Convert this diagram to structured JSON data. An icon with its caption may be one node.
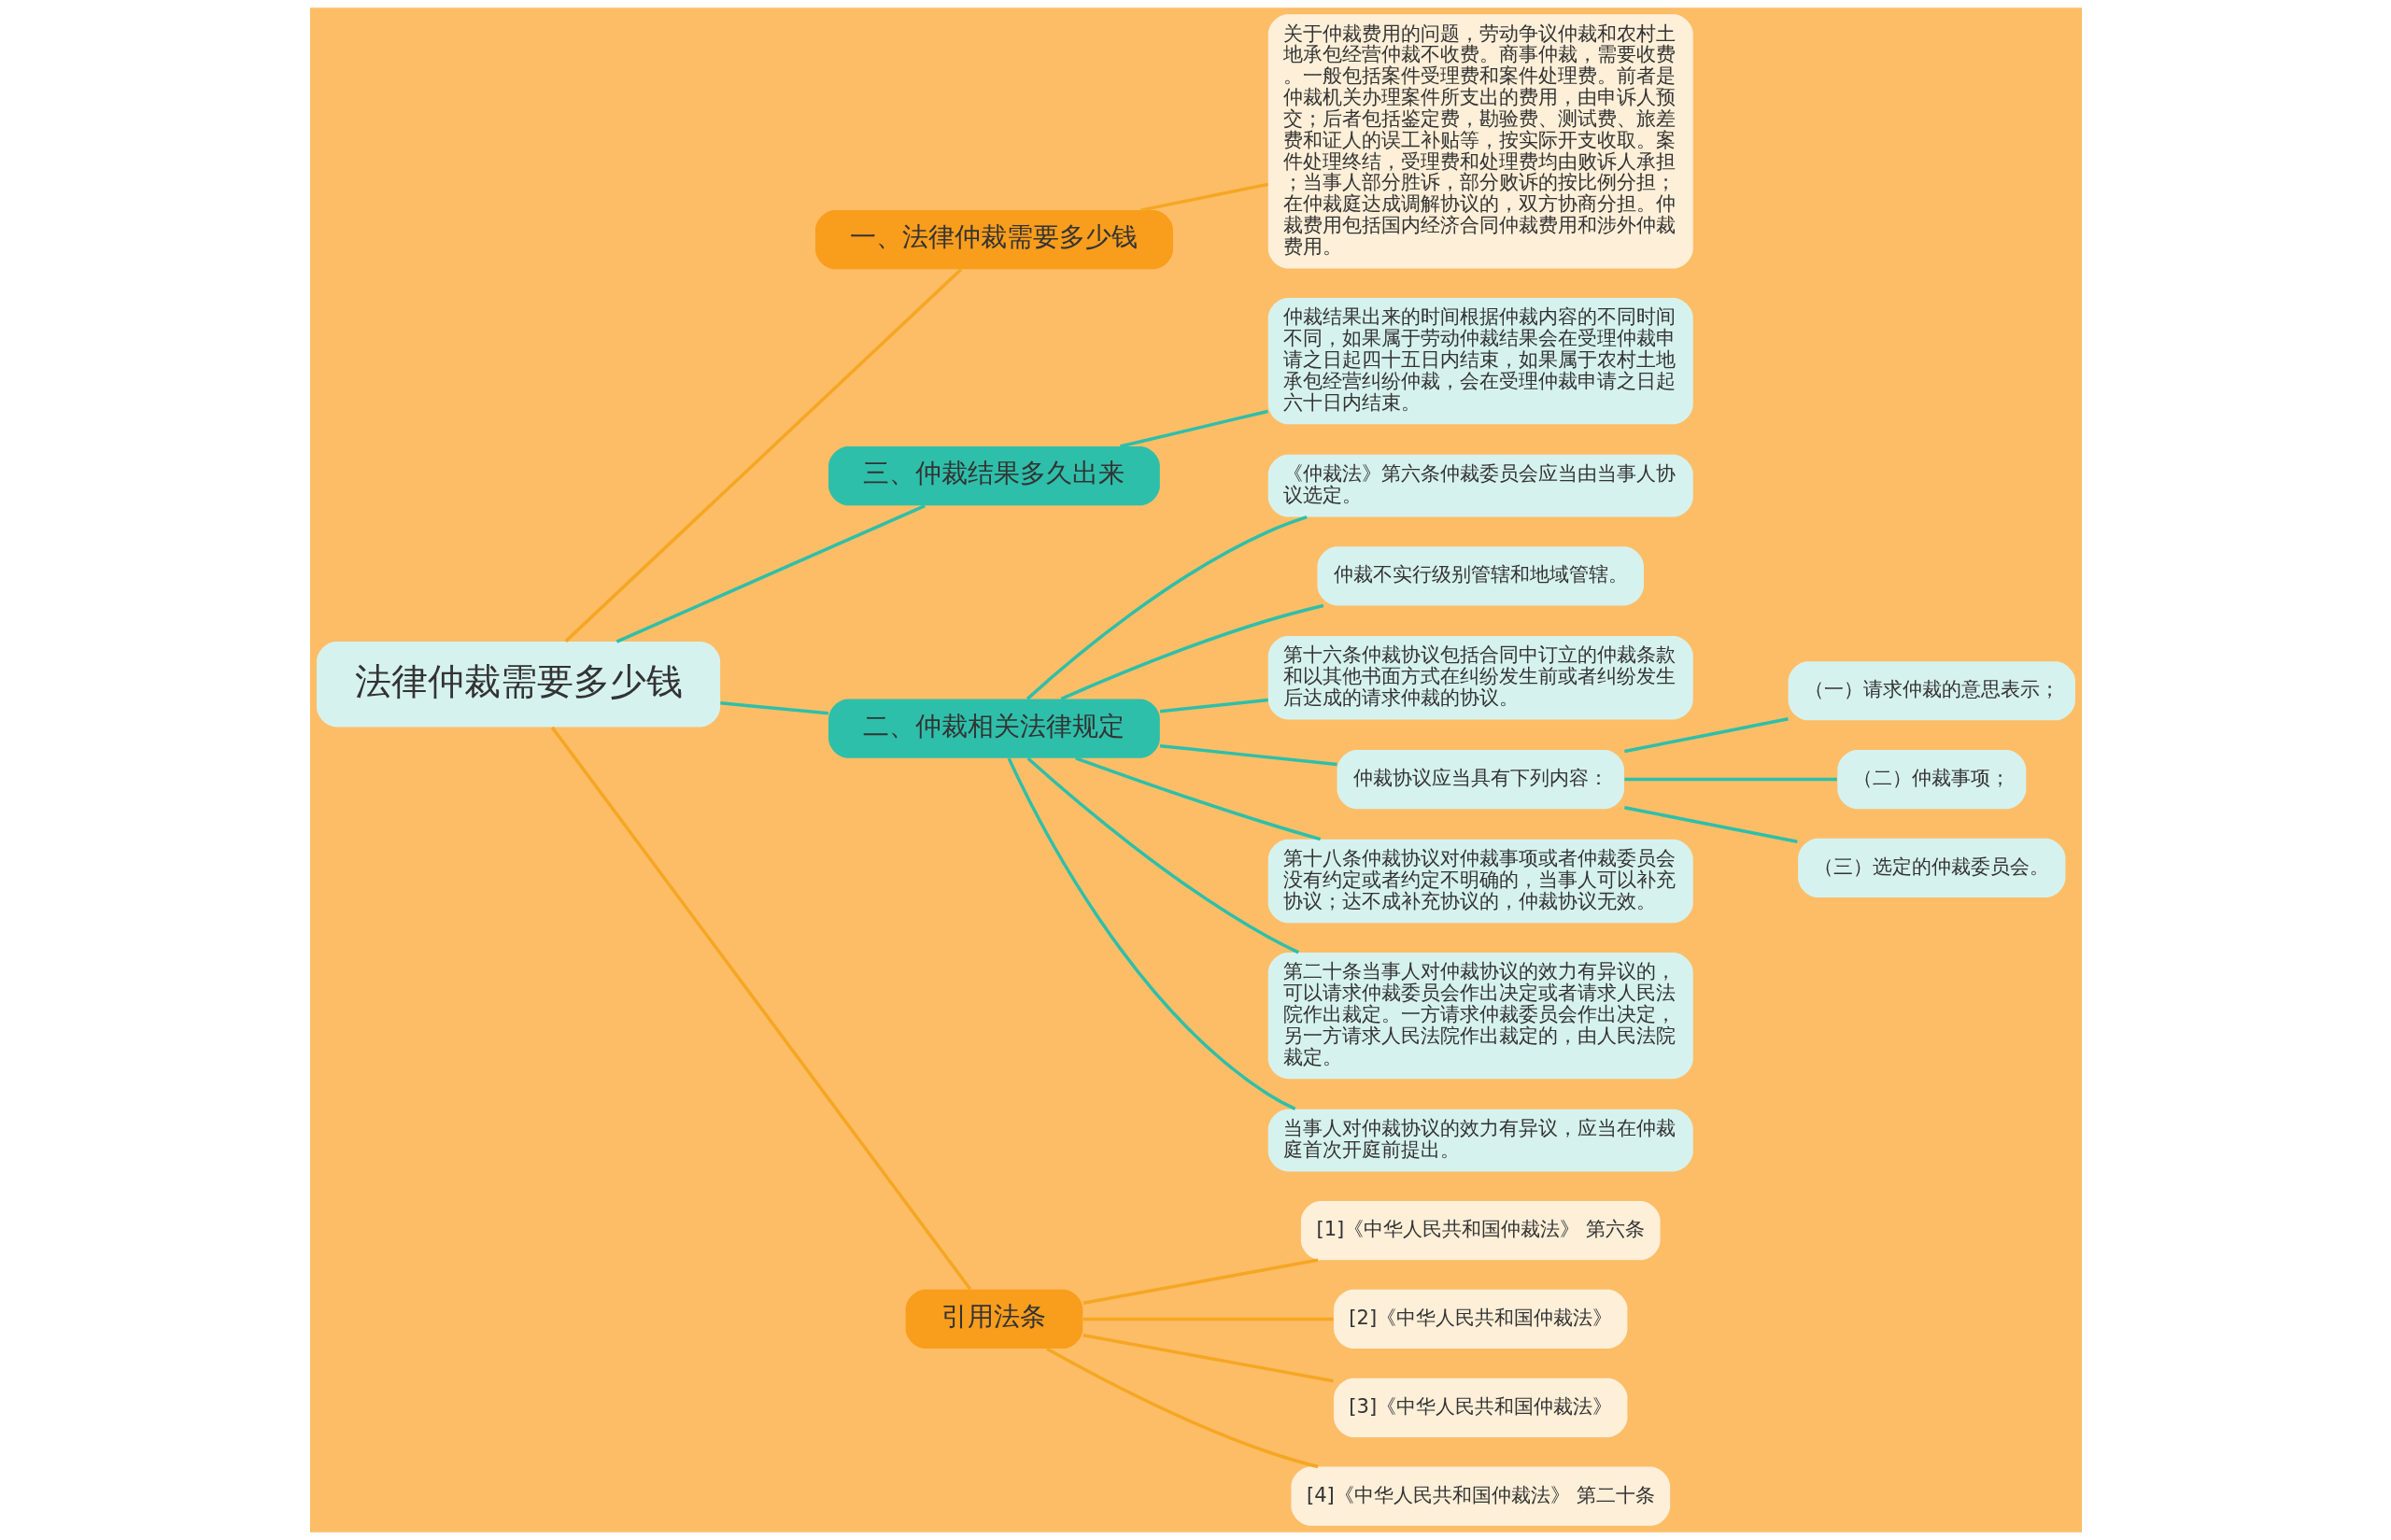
{
  "diagram": {
    "nodes": [
      {
        "text": [
          "法律仲裁需要多少钱"
        ]
      },
      {
        "text": [
          "一、法律仲裁需要多少钱"
        ]
      },
      {
        "text": [
          "关于仲裁费用的问题，劳动争议仲裁和农村土地承包经营仲裁不收费。商事仲裁，需要收费。一般包括案件受理费和案件处理费。前者是仲裁机关办理案件所支出的费用，由申诉人预交；后者包括鉴定费，勘验费、测试费、旅差费和证人的误工补贴等，按实际开支收取。案件处理终结，受理费和处理费均由败诉人承担；当事人部分胜诉，部分败诉的按比例分担；在仲裁庭达成调解协议的，双方协商分担。仲裁费用包括国内经济合同仲裁费用和涉外仲裁费用。"
        ]
      },
      {
        "text": [
          "三、仲裁结果多久出来"
        ]
      },
      {
        "text": [
          "仲裁结果出来的时间根据仲裁内容的不同时间不同，如果属于劳动仲裁结果会在受理仲裁申请之日起四十五日内结束，如果属于农村土地承包经营纠纷仲裁，会在受理仲裁申请之日起六十日内结束。"
        ]
      },
      {
        "text": [
          "二、仲裁相关法律规定"
        ]
      },
      {
        "text": [
          "《仲裁法》第六条仲裁委员会应当由当事人协议选定。"
        ]
      },
      {
        "text": [
          "仲裁不实行级别管辖和地域管辖。"
        ]
      },
      {
        "text": [
          "第十六条仲裁协议包括合同中订立的仲裁条款和以其他书面方式在纠纷发生前或者纠纷发生后达成的请求仲裁的协议。"
        ]
      },
      {
        "text": [
          "仲裁协议应当具有下列内容："
        ]
      },
      {
        "text": [
          "（一）请求仲裁的意思表示；"
        ]
      },
      {
        "text": [
          "（二）仲裁事项；"
        ]
      },
      {
        "text": [
          "（三）选定的仲裁委员会。"
        ]
      },
      {
        "text": [
          "第十八条仲裁协议对仲裁事项或者仲裁委员会没有约定或者约定不明确的，当事人可以补充协议；达不成补充协议的，仲裁协议无效。"
        ]
      },
      {
        "text": [
          "第二十条当事人对仲裁协议的效力有异议的，可以请求仲裁委员会作出决定或者请求人民法院作出裁定。一方请求仲裁委员会作出决定，另一方请求人民法院作出裁定的，由人民法院裁定。"
        ]
      },
      {
        "text": [
          "当事人对仲裁协议的效力有异议，应当在仲裁庭首次开庭前提出。"
        ]
      },
      {
        "text": [
          "引用法条"
        ]
      },
      {
        "text": [
          "[1]《中华人民共和国仲裁法》 第六条"
        ]
      },
      {
        "text": [
          "[2]《中华人民共和国仲裁法》"
        ]
      },
      {
        "text": [
          "[3]《中华人民共和国仲裁法》"
        ]
      },
      {
        "text": [
          "[4]《中华人民共和国仲裁法》 第二十条"
        ]
      }
    ],
    "edges": [
      {
        "from": 0,
        "to": 1,
        "arrow": "none",
        "color": "#f5a623"
      },
      {
        "from": 1,
        "to": 2,
        "arrow": "none",
        "color": "#f5a623"
      },
      {
        "from": 0,
        "to": 3,
        "arrow": "none"
      },
      {
        "from": 3,
        "to": 4,
        "arrow": "none"
      },
      {
        "from": 0,
        "to": 5,
        "arrow": "none"
      },
      {
        "from": 5,
        "to": 6,
        "arrow": "none"
      },
      {
        "from": 5,
        "to": 7,
        "arrow": "none"
      },
      {
        "from": 5,
        "to": 8,
        "arrow": "none"
      },
      {
        "from": 5,
        "to": 9,
        "arrow": "none"
      },
      {
        "from": 9,
        "to": 10,
        "arrow": "none"
      },
      {
        "from": 9,
        "to": 11,
        "arrow": "none"
      },
      {
        "from": 9,
        "to": 12,
        "arrow": "none"
      },
      {
        "from": 5,
        "to": 13,
        "arrow": "none"
      },
      {
        "from": 5,
        "to": 14,
        "arrow": "none"
      },
      {
        "from": 5,
        "to": 15,
        "arrow": "none"
      },
      {
        "from": 0,
        "to": 16,
        "arrow": "none",
        "color": "#f5a623"
      },
      {
        "from": 16,
        "to": 17,
        "arrow": "none",
        "color": "#f5a623"
      },
      {
        "from": 16,
        "to": 18,
        "arrow": "none",
        "color": "#f5a623"
      },
      {
        "from": 16,
        "to": 19,
        "arrow": "none",
        "color": "#f5a623"
      },
      {
        "from": 16,
        "to": 20,
        "arrow": "none",
        "color": "#f5a623"
      }
    ]
  }
}
